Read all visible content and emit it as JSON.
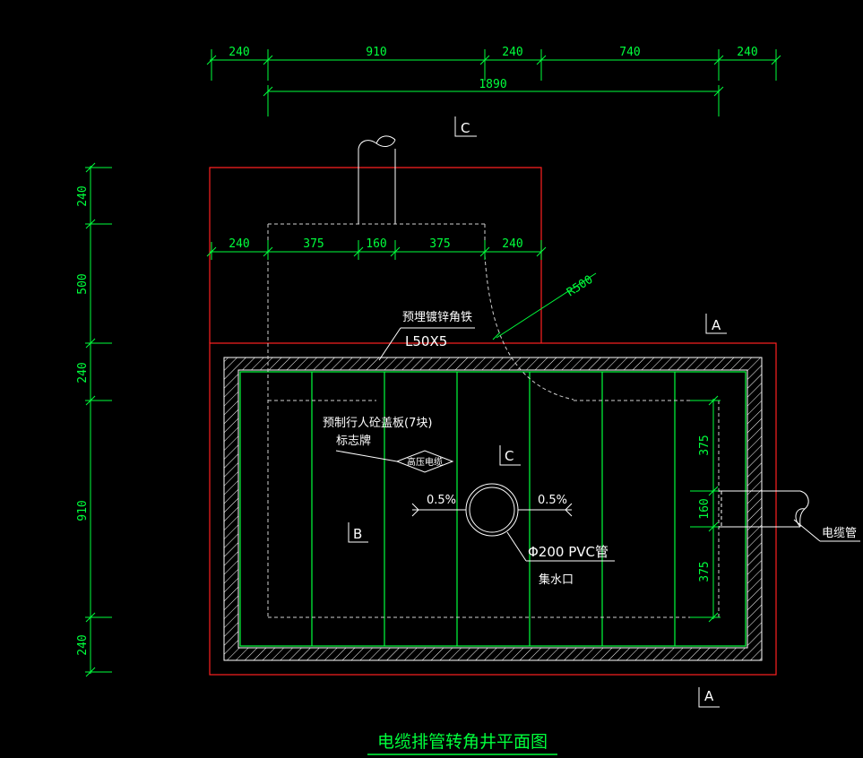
{
  "drawing": {
    "title": "电缆排管转角井平面图",
    "top_dims": [
      "240",
      "910",
      "240",
      "740",
      "240"
    ],
    "top_total": "1890",
    "left_dims": [
      "240",
      "500",
      "240",
      "910",
      "240"
    ],
    "inner_dims": [
      "240",
      "375",
      "160",
      "375",
      "240"
    ],
    "right_dims": [
      "375",
      "160",
      "375"
    ],
    "radius_label": "R500",
    "angle_iron_label": "预埋镀锌角铁",
    "angle_iron_spec": "L50X5",
    "cover_label": "预制行人砼盖板(7块)",
    "sign_label": "标志牌",
    "sign_text": "高压电缆",
    "slope_left": "0.5%",
    "slope_right": "0.5%",
    "pipe_label": "Φ200 PVC管",
    "sump_label": "集水口",
    "cable_pipe_label": "电缆管",
    "section_a_top": "A",
    "section_a_bottom": "A",
    "section_b": "B",
    "section_c_top": "C",
    "section_c_mid": "C"
  },
  "colors": {
    "background": "#000000",
    "dimension": "#00ff3c",
    "outline": "#ff2020",
    "lines": "#ffffff",
    "dashed": "#d0d0d0",
    "cover_seam": "#00ff3c"
  }
}
